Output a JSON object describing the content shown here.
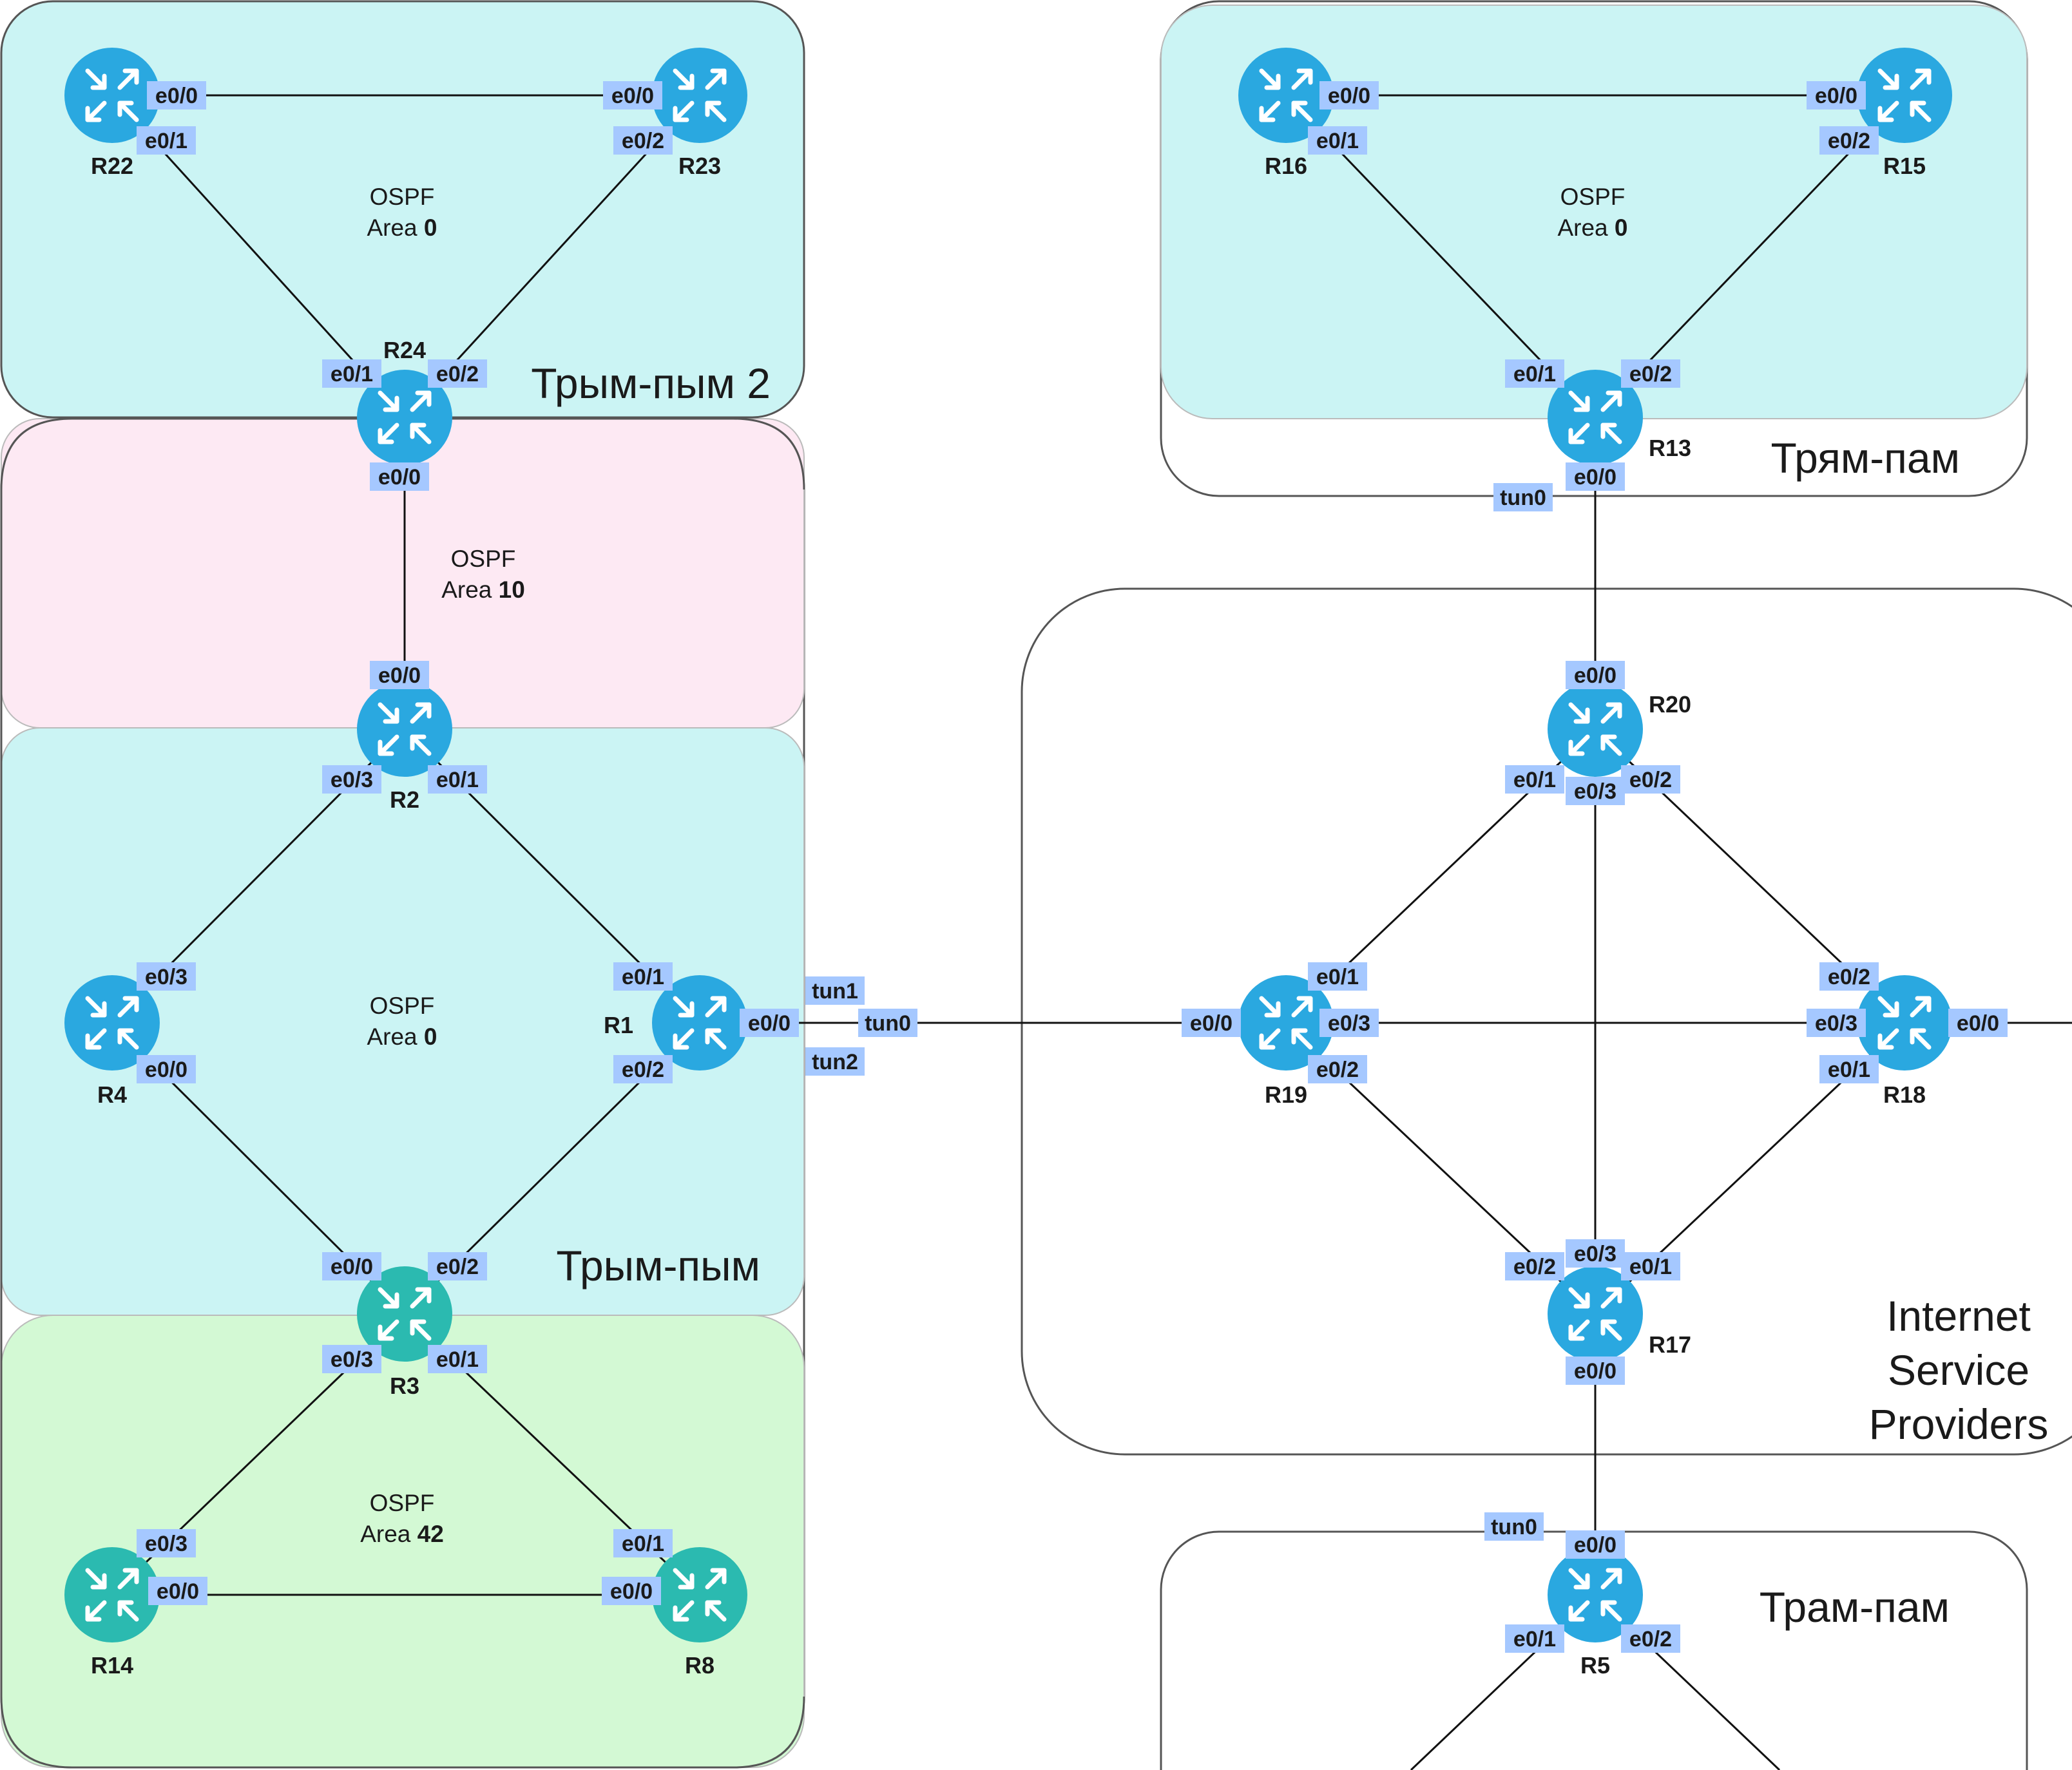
{
  "colors": {
    "zone_cyan": "#cbf4f4",
    "zone_pink": "#fde9f3",
    "zone_green": "#d3f9d4",
    "port_label_bg": "#a5c8ff",
    "router_blue": "#2aa8e0",
    "router_teal": "#2bbab0",
    "link": "#111111"
  },
  "zones": {
    "trym_pym_2": "Трым-пым 2",
    "trym_pym": "Трым-пым",
    "tryam_pam": "Трям-пам",
    "tram_pam": "Трам-пам",
    "isp_line1": "Internet",
    "isp_line2": "Service",
    "isp_line3": "Providers"
  },
  "ospf": {
    "top_left": {
      "l1": "OSPF",
      "l2": "Area",
      "n": "0"
    },
    "mid_left": {
      "l1": "OSPF",
      "l2": "Area",
      "n": "10"
    },
    "main_left": {
      "l1": "OSPF",
      "l2": "Area",
      "n": "0"
    },
    "bot_left": {
      "l1": "OSPF",
      "l2": "Area",
      "n": "42"
    },
    "top_right": {
      "l1": "OSPF",
      "l2": "Area",
      "n": "0"
    }
  },
  "routers": {
    "R22": "R22",
    "R23": "R23",
    "R24": "R24",
    "R2": "R2",
    "R4": "R4",
    "R1": "R1",
    "R3": "R3",
    "R14": "R14",
    "R8": "R8",
    "R16": "R16",
    "R15": "R15",
    "R13": "R13",
    "R20": "R20",
    "R19": "R19",
    "R18": "R18",
    "R17": "R17",
    "R5": "R5"
  },
  "ports": {
    "r22_e00": "e0/0",
    "r22_e01": "e0/1",
    "r23_e00": "e0/0",
    "r23_e02": "e0/2",
    "r24_e01": "e0/1",
    "r24_e02": "e0/2",
    "r24_e00": "e0/0",
    "r2_e00": "e0/0",
    "r2_e03": "e0/3",
    "r2_e01": "e0/1",
    "r4_e03": "e0/3",
    "r4_e00": "e0/0",
    "r1_e01": "e0/1",
    "r1_e02": "e0/2",
    "r1_e00": "e0/0",
    "r1_tun1": "tun1",
    "r1_tun0": "tun0",
    "r1_tun2": "tun2",
    "r3_e00": "e0/0",
    "r3_e02": "e0/2",
    "r3_e03": "e0/3",
    "r3_e01": "e0/1",
    "r14_e03": "e0/3",
    "r14_e00": "e0/0",
    "r8_e01": "e0/1",
    "r8_e00": "e0/0",
    "r16_e00": "e0/0",
    "r16_e01": "e0/1",
    "r15_e00": "e0/0",
    "r15_e02": "e0/2",
    "r13_e01": "e0/1",
    "r13_e02": "e0/2",
    "r13_e00": "e0/0",
    "r13_tun0": "tun0",
    "r20_e00": "e0/0",
    "r20_e01": "e0/1",
    "r20_e03": "e0/3",
    "r20_e02": "e0/2",
    "r19_e00": "e0/0",
    "r19_e01": "e0/1",
    "r19_e03": "e0/3",
    "r19_e02": "e0/2",
    "r18_e02": "e0/2",
    "r18_e03": "e0/3",
    "r18_e00": "e0/0",
    "r18_e01": "e0/1",
    "r17_e02": "e0/2",
    "r17_e03": "e0/3",
    "r17_e01": "e0/1",
    "r17_e00": "e0/0",
    "r5_tun0": "tun0",
    "r5_e00": "e0/0",
    "r5_e01": "e0/1",
    "r5_e02": "e0/2"
  }
}
